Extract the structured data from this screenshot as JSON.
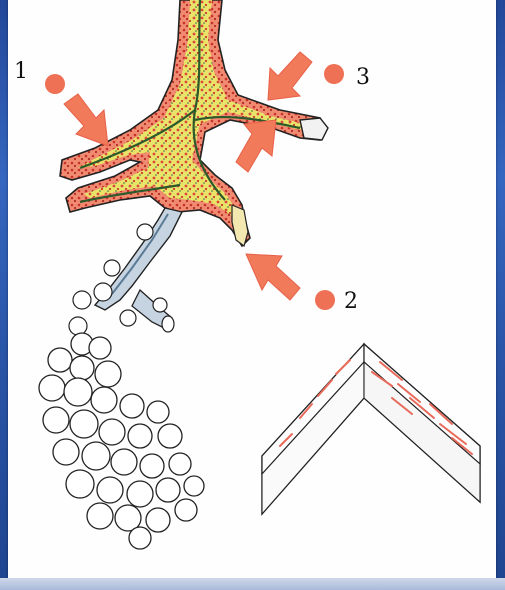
{
  "labels": [
    {
      "text": "1"
    },
    {
      "text": "2"
    },
    {
      "text": "3"
    }
  ],
  "colors": {
    "arrow": "#f07a5a",
    "dot": "#ee7055",
    "tissue": "#e8604f",
    "cartilage": "#e9e36a",
    "alveolus_fill": "#ffffff",
    "alveolus_stroke": "#222222",
    "bronchiole": "#b9c8d8"
  }
}
